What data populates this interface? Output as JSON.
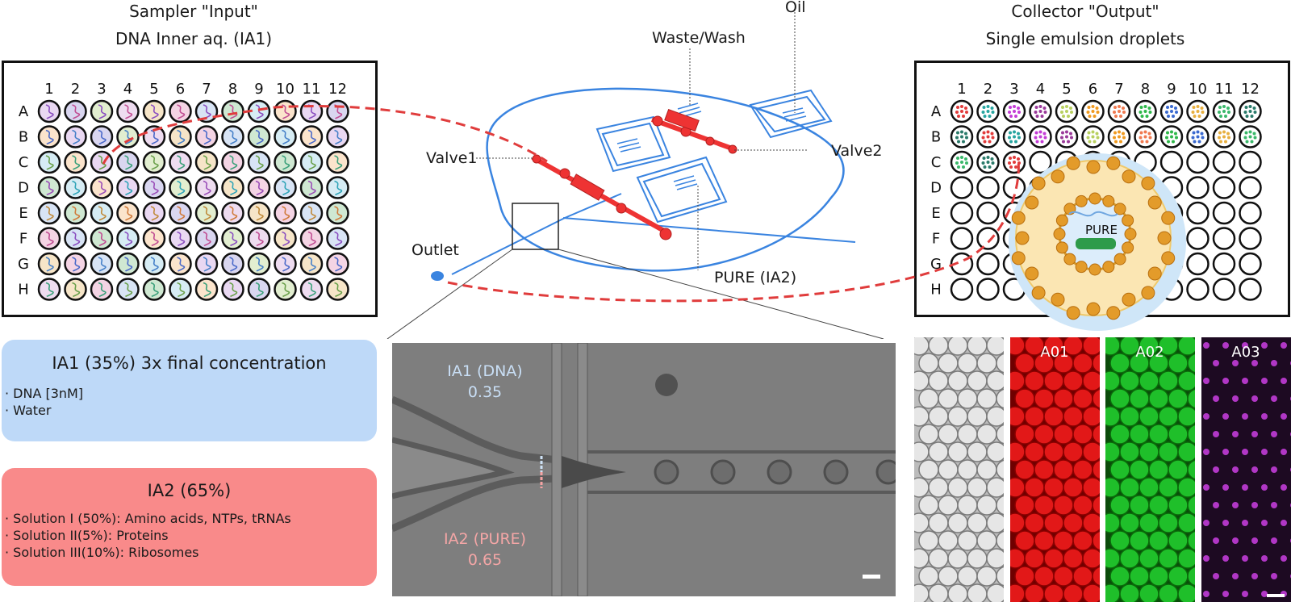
{
  "sampler": {
    "title_line1": "Sampler \"Input\"",
    "title_line2": "DNA Inner aq. (IA1)",
    "columns": [
      "1",
      "2",
      "3",
      "4",
      "5",
      "6",
      "7",
      "8",
      "9",
      "10",
      "11",
      "12"
    ],
    "rows": [
      "A",
      "B",
      "C",
      "D",
      "E",
      "F",
      "G",
      "H"
    ]
  },
  "collector": {
    "title_line1": "Collector \"Output\"",
    "title_line2": "Single emulsion droplets",
    "columns": [
      "1",
      "2",
      "3",
      "4",
      "5",
      "6",
      "7",
      "8",
      "9",
      "10",
      "11",
      "12"
    ],
    "rows": [
      "A",
      "B",
      "C",
      "D",
      "E",
      "F",
      "G",
      "H"
    ],
    "filled_rows": 2,
    "filled_in_row_c": 3
  },
  "chip_labels": {
    "oil": "Oil",
    "waste": "Waste/Wash",
    "valve1": "Valve1",
    "valve2": "Valve2",
    "outlet": "Outlet",
    "pure": "PURE (IA2)"
  },
  "liposome": {
    "label": "PURE"
  },
  "ia1_box": {
    "title": "IA1 (35%) 3x final concentration",
    "items": [
      "· DNA [3nM]",
      "· Water"
    ],
    "color": "#bed9f8"
  },
  "ia2_box": {
    "title": "IA2 (65%)",
    "items": [
      "· Solution I (50%): Amino acids, NTPs, tRNAs",
      "· Solution II(5%): Proteins",
      "· Solution III(10%): Ribosomes"
    ],
    "color": "#f98a8a"
  },
  "micrograph": {
    "ia1_label": "IA1 (DNA)",
    "ia1_value": "0.35",
    "ia2_label": "IA2 (PURE)",
    "ia2_value": "0.65"
  },
  "panels": {
    "a01": "A01",
    "a02": "A02",
    "a03": "A03"
  },
  "colors": {
    "chip_blue": "#3a84e0",
    "valve_red": "#ee3333",
    "connector_red": "#e03c3c"
  }
}
